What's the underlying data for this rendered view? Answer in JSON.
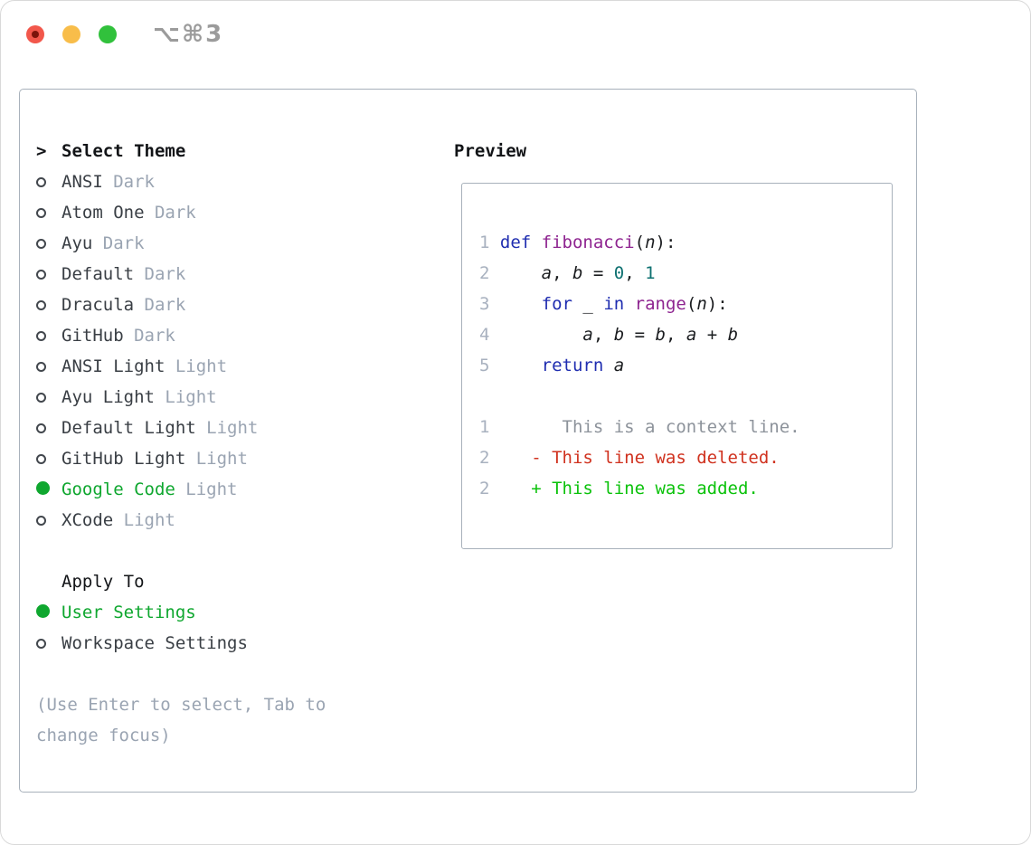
{
  "window": {
    "title": "⌥⌘3"
  },
  "colors": {
    "window_border": "#d9d9d9",
    "panel_border": "#a8b1bb",
    "title_gray": "#9b9b9b",
    "traffic_red": "#f2574b",
    "traffic_red_dot": "#7c140b",
    "traffic_yellow": "#f8bd4a",
    "traffic_green": "#31c13c",
    "heading": "#121417",
    "item_text": "#393e44",
    "muted": "#9aa4b2",
    "ring": "#42474d",
    "selection_green": "#0fa72f",
    "line_number": "#a8b1bf",
    "keyword": "#1f2db0",
    "function": "#8e2490",
    "number": "#0d7070",
    "plain": "#1a1c1f",
    "context": "#8d939b",
    "deleted": "#d0321f",
    "added": "#0bc20b"
  },
  "left": {
    "prompt": ">",
    "heading": "Select Theme",
    "themes": [
      {
        "name": "ANSI",
        "variant": "Dark",
        "selected": false
      },
      {
        "name": "Atom One",
        "variant": "Dark",
        "selected": false
      },
      {
        "name": "Ayu",
        "variant": "Dark",
        "selected": false
      },
      {
        "name": "Default",
        "variant": "Dark",
        "selected": false
      },
      {
        "name": "Dracula",
        "variant": "Dark",
        "selected": false
      },
      {
        "name": "GitHub",
        "variant": "Dark",
        "selected": false
      },
      {
        "name": "ANSI Light",
        "variant": "Light",
        "selected": false
      },
      {
        "name": "Ayu Light",
        "variant": "Light",
        "selected": false
      },
      {
        "name": "Default Light",
        "variant": "Light",
        "selected": false
      },
      {
        "name": "GitHub Light",
        "variant": "Light",
        "selected": false
      },
      {
        "name": "Google Code",
        "variant": "Light",
        "selected": true
      },
      {
        "name": "XCode",
        "variant": "Light",
        "selected": false
      }
    ],
    "apply_heading": "Apply To",
    "targets": [
      {
        "name": "User Settings",
        "selected": true
      },
      {
        "name": "Workspace Settings",
        "selected": false
      }
    ],
    "footer_lines": [
      "(Use Enter to select, Tab to",
      "change focus)"
    ]
  },
  "preview": {
    "heading": "Preview",
    "code_lines": [
      {
        "num": "1",
        "segments": [
          {
            "t": "def",
            "c": "kw"
          },
          {
            "t": " ",
            "c": "pl"
          },
          {
            "t": "fibonacci",
            "c": "fn"
          },
          {
            "t": "(",
            "c": "pl"
          },
          {
            "t": "n",
            "c": "var"
          },
          {
            "t": "):",
            "c": "pl"
          }
        ]
      },
      {
        "num": "2",
        "segments": [
          {
            "t": "    ",
            "c": "pl"
          },
          {
            "t": "a",
            "c": "var"
          },
          {
            "t": ", ",
            "c": "pl"
          },
          {
            "t": "b",
            "c": "var"
          },
          {
            "t": " = ",
            "c": "pl"
          },
          {
            "t": "0",
            "c": "num"
          },
          {
            "t": ", ",
            "c": "pl"
          },
          {
            "t": "1",
            "c": "num"
          }
        ]
      },
      {
        "num": "3",
        "segments": [
          {
            "t": "    ",
            "c": "pl"
          },
          {
            "t": "for",
            "c": "kw"
          },
          {
            "t": " ",
            "c": "pl"
          },
          {
            "t": "_",
            "c": "pl"
          },
          {
            "t": " ",
            "c": "pl"
          },
          {
            "t": "in",
            "c": "kw"
          },
          {
            "t": " ",
            "c": "pl"
          },
          {
            "t": "range",
            "c": "fn"
          },
          {
            "t": "(",
            "c": "pl"
          },
          {
            "t": "n",
            "c": "var"
          },
          {
            "t": "):",
            "c": "pl"
          }
        ]
      },
      {
        "num": "4",
        "segments": [
          {
            "t": "        ",
            "c": "pl"
          },
          {
            "t": "a",
            "c": "var"
          },
          {
            "t": ", ",
            "c": "pl"
          },
          {
            "t": "b",
            "c": "var"
          },
          {
            "t": " = ",
            "c": "pl"
          },
          {
            "t": "b",
            "c": "var"
          },
          {
            "t": ", ",
            "c": "pl"
          },
          {
            "t": "a",
            "c": "var"
          },
          {
            "t": " + ",
            "c": "pl"
          },
          {
            "t": "b",
            "c": "var"
          }
        ]
      },
      {
        "num": "5",
        "segments": [
          {
            "t": "    ",
            "c": "pl"
          },
          {
            "t": "return",
            "c": "kw"
          },
          {
            "t": " ",
            "c": "pl"
          },
          {
            "t": "a",
            "c": "var"
          }
        ]
      }
    ],
    "diff_lines": [
      {
        "num": "1",
        "marker": "",
        "kind": "context",
        "text": "This is a context line."
      },
      {
        "num": "2",
        "marker": "-",
        "kind": "deleted",
        "text": "This line was deleted."
      },
      {
        "num": "2",
        "marker": "+",
        "kind": "added",
        "text": "This line was added."
      }
    ]
  }
}
